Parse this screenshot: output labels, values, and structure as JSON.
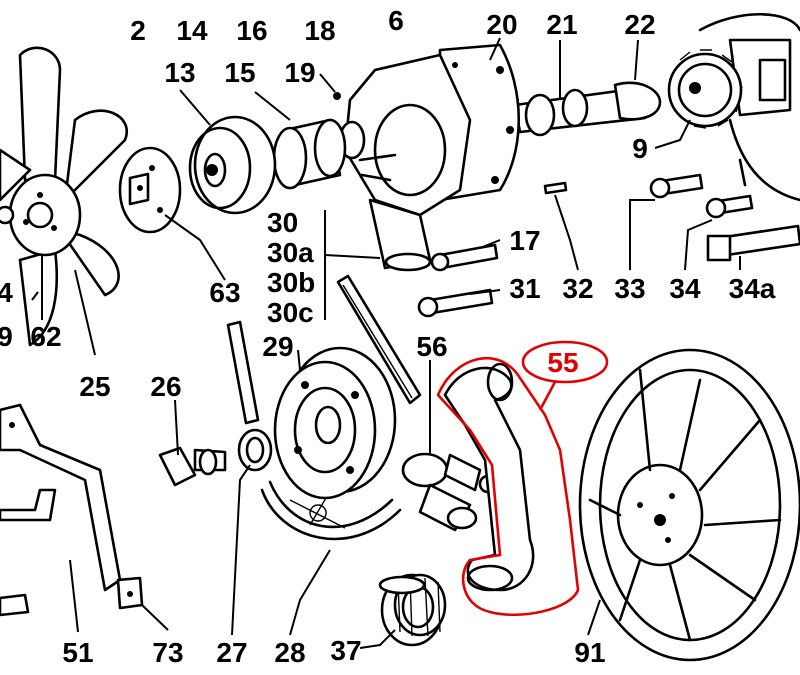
{
  "labels": {
    "p2": "2",
    "p14": "14",
    "p16": "16",
    "p18": "18",
    "p6": "6",
    "p20": "20",
    "p21": "21",
    "p22": "22",
    "p13": "13",
    "p15": "15",
    "p19": "19",
    "p9": "9",
    "p30": "30",
    "p30a": "30a",
    "p30b": "30b",
    "p30c": "30c",
    "p17": "17",
    "p31": "31",
    "p32": "32",
    "p33": "33",
    "p34": "34",
    "p34a": "34a",
    "p4": "4",
    "p9b": "9",
    "p62": "62",
    "p63": "63",
    "p25": "25",
    "p29": "29",
    "p56": "56",
    "p55": "55",
    "p26": "26",
    "p51": "51",
    "p73": "73",
    "p27": "27",
    "p28": "28",
    "p37": "37",
    "p91": "91"
  },
  "highlight": {
    "part": "55",
    "color": "#e30000"
  }
}
